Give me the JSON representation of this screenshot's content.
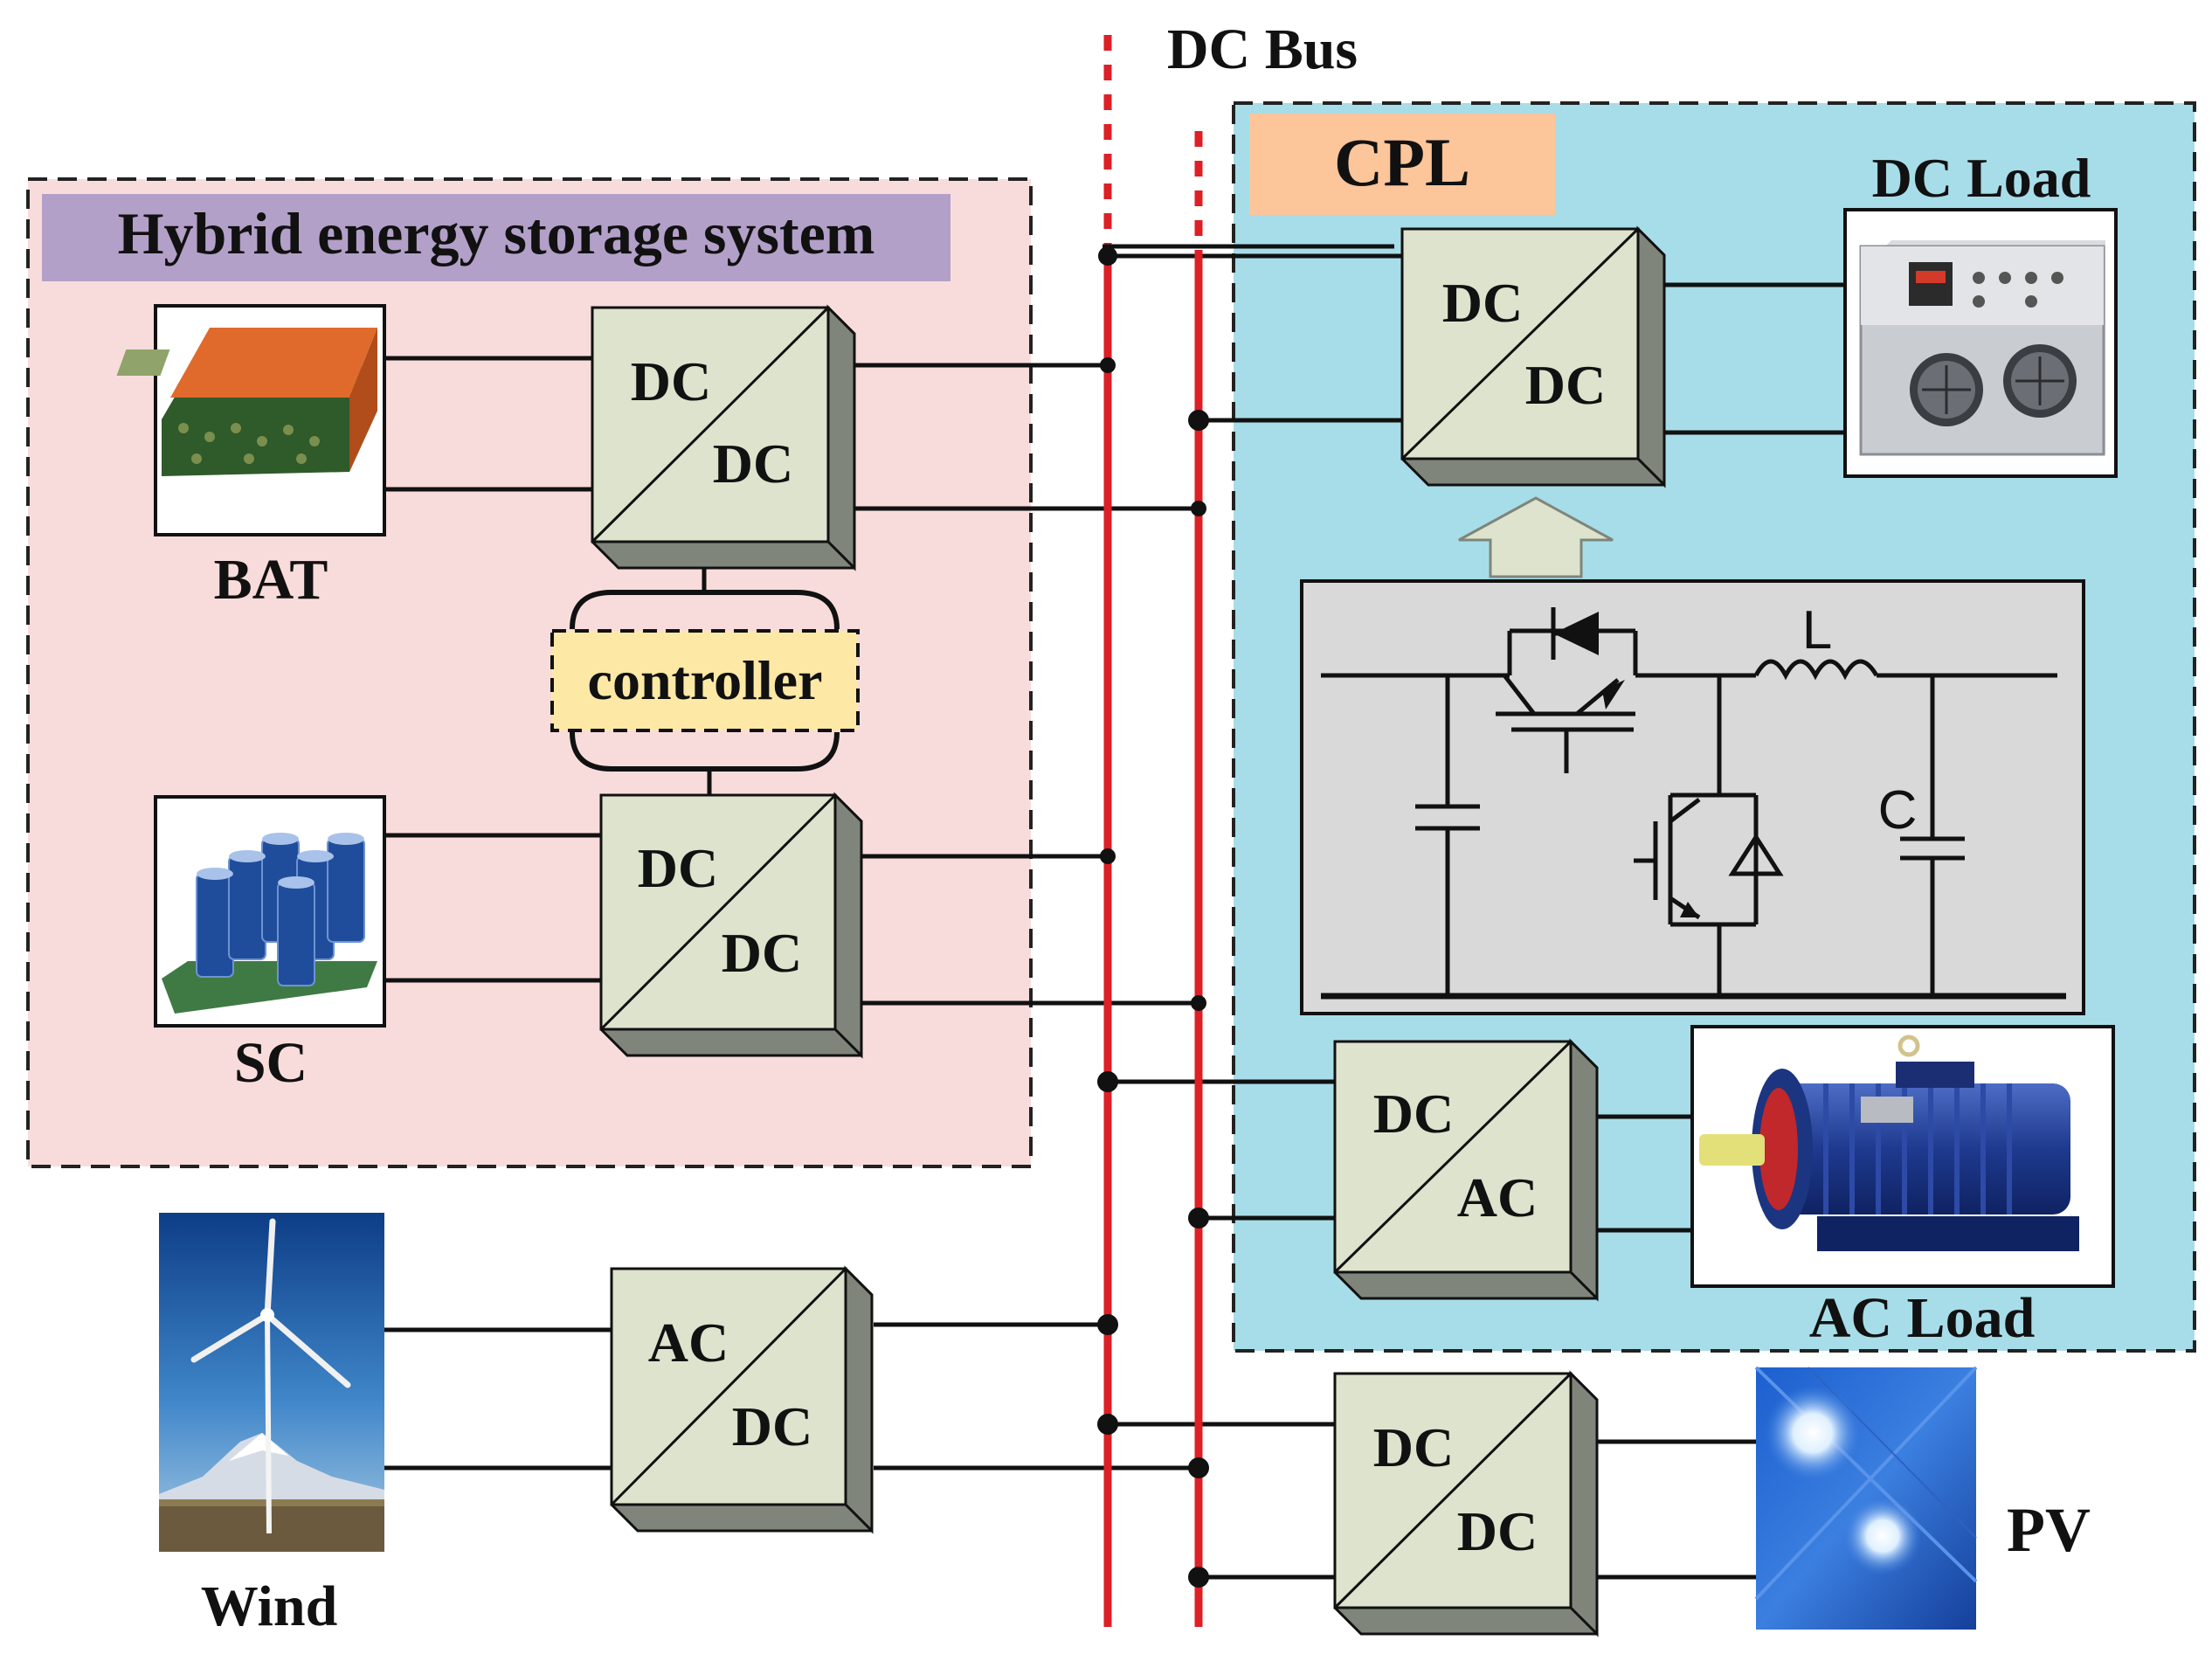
{
  "bus": {
    "label": "DC Bus",
    "line_color": "#dd1f26"
  },
  "hess": {
    "title": "Hybrid energy storage system",
    "bg_color": "#f8dcdb",
    "title_bg": "#b3a0c8",
    "controller": "controller",
    "controller_bg": "#fde9a5",
    "bat_label": "BAT",
    "sc_label": "SC",
    "bat_conv": {
      "top": "DC",
      "bottom": "DC"
    },
    "sc_conv": {
      "top": "DC",
      "bottom": "DC"
    }
  },
  "cpl": {
    "title": "CPL",
    "bg_color": "#a7dde8",
    "title_bg": "#fcc59a",
    "dc_load_label": "DC Load",
    "ac_load_label": "AC Load",
    "dcdc_conv": {
      "top": "DC",
      "bottom": "DC"
    },
    "dcac_conv": {
      "top": "DC",
      "bottom": "AC"
    },
    "circuit": {
      "inductor": "L",
      "capacitor": "C"
    }
  },
  "wind": {
    "label": "Wind",
    "conv": {
      "top": "AC",
      "bottom": "DC"
    }
  },
  "pv": {
    "label": "PV",
    "conv": {
      "top": "DC",
      "bottom": "DC"
    }
  },
  "converter_colors": {
    "front": "#dde3cd",
    "side": "#7f857b"
  }
}
